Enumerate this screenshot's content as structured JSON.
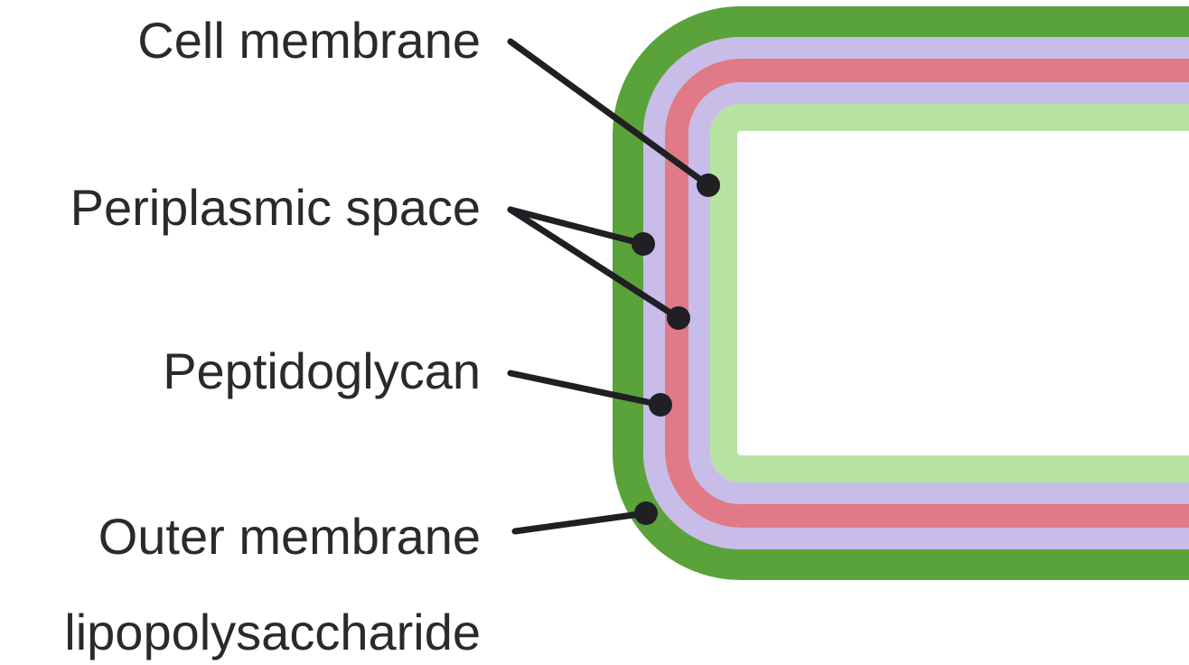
{
  "labels": {
    "cell_membrane": "Cell membrane",
    "periplasmic_space": "Periplasmic space",
    "peptidoglycan": "Peptidoglycan",
    "outer_membrane_line1": "Outer membrane",
    "outer_membrane_line2": "lipopolysaccharide"
  },
  "colors": {
    "outer_membrane": "#5aa23a",
    "periplasm": "#c7bde8",
    "peptidoglycan": "#e07a86",
    "cell_membrane": "#b6e3a2",
    "leader": "#1f1f24",
    "text": "#2a2a2a",
    "background": "#ffffff"
  }
}
